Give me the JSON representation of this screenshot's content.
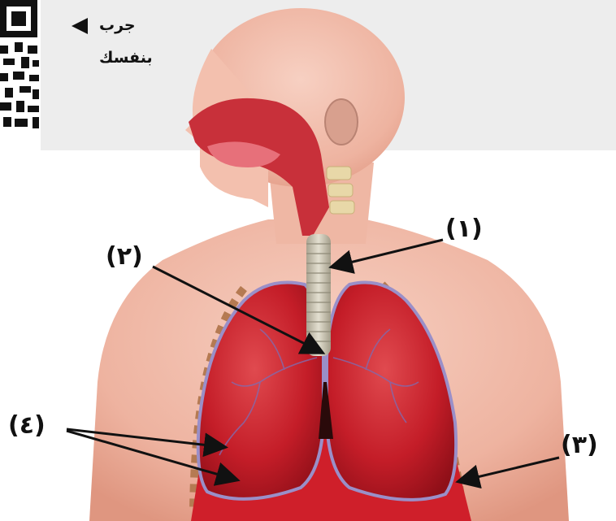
{
  "hint": {
    "line1": "جرب",
    "line2": "بنفسك"
  },
  "labels": {
    "l1": "(١)",
    "l2": "(٢)",
    "l3": "(٣)",
    "l4": "(٤)"
  },
  "icons": {
    "qr": "qr-code-icon",
    "arrow": "triangle-left-icon"
  },
  "colors": {
    "skin": "#f2b9a8",
    "skin_dark": "#e39a86",
    "lung": "#c8202a",
    "lung_dark": "#8f0f18",
    "trachea": "#c9c4b3",
    "diaphragm": "#d31f2a",
    "ribs": "#c7b08a",
    "arrow": "#111111"
  }
}
